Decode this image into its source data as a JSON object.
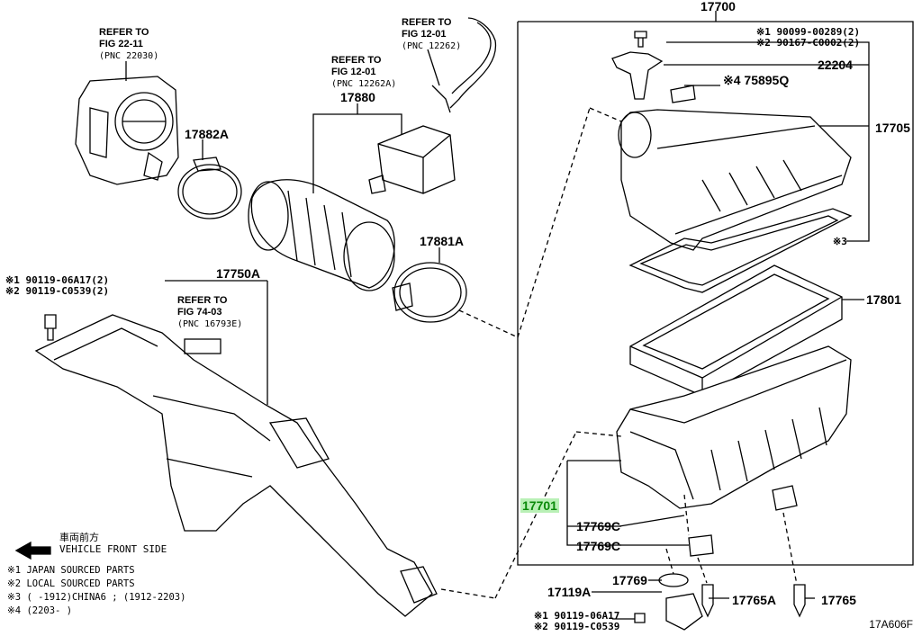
{
  "refs": {
    "fig22": {
      "line1": "REFER TO",
      "line2": "FIG 22-11",
      "line3": "(PNC 22030)"
    },
    "fig12a": {
      "line1": "REFER TO",
      "line2": "FIG 12-01",
      "line3": "(PNC 12262)"
    },
    "fig12b": {
      "line1": "REFER TO",
      "line2": "FIG 12-01",
      "line3": "(PNC 12262A)"
    },
    "fig74": {
      "line1": "REFER TO",
      "line2": "FIG 74-03",
      "line3": "(PNC 16793E)"
    }
  },
  "parts": {
    "p17700": "17700",
    "p17880": "17880",
    "p17882A": "17882A",
    "p17881A": "17881A",
    "p17750A": "17750A",
    "p22204": "22204",
    "p75895Q": "※4 75895Q",
    "p17705": "17705",
    "p17801": "17801",
    "p17701": "17701",
    "p17769C_1": "17769C",
    "p17769C_2": "17769C",
    "p17119A": "17119A",
    "p17769": "17769",
    "p17765A": "17765A",
    "p17765": "17765",
    "m3": "※3",
    "bolt_top_1": "※1 90099-00289(2)",
    "bolt_top_2": "※2 90167-C0002(2)",
    "bolt_left_1": "※1 90119-06A17(2)",
    "bolt_left_2": "※2 90119-C0539(2)",
    "bolt_bottom_1": "※1 90119-06A17",
    "bolt_bottom_2": "※2 90119-C0539"
  },
  "legend": {
    "arrow_jp": "車両前方",
    "arrow_en": "VEHICLE FRONT SIDE",
    "note1": "※1 JAPAN SOURCED PARTS",
    "note2": "※2 LOCAL SOURCED PARTS",
    "note3": "※3 (     -1912)CHINA6 ; (1912-2203)",
    "note4": "※4 (2203-     )"
  },
  "figure_code": "17A606F",
  "colors": {
    "line": "#000000",
    "highlight": "#b9f0b6",
    "highlight_text": "#0a8a0a"
  }
}
